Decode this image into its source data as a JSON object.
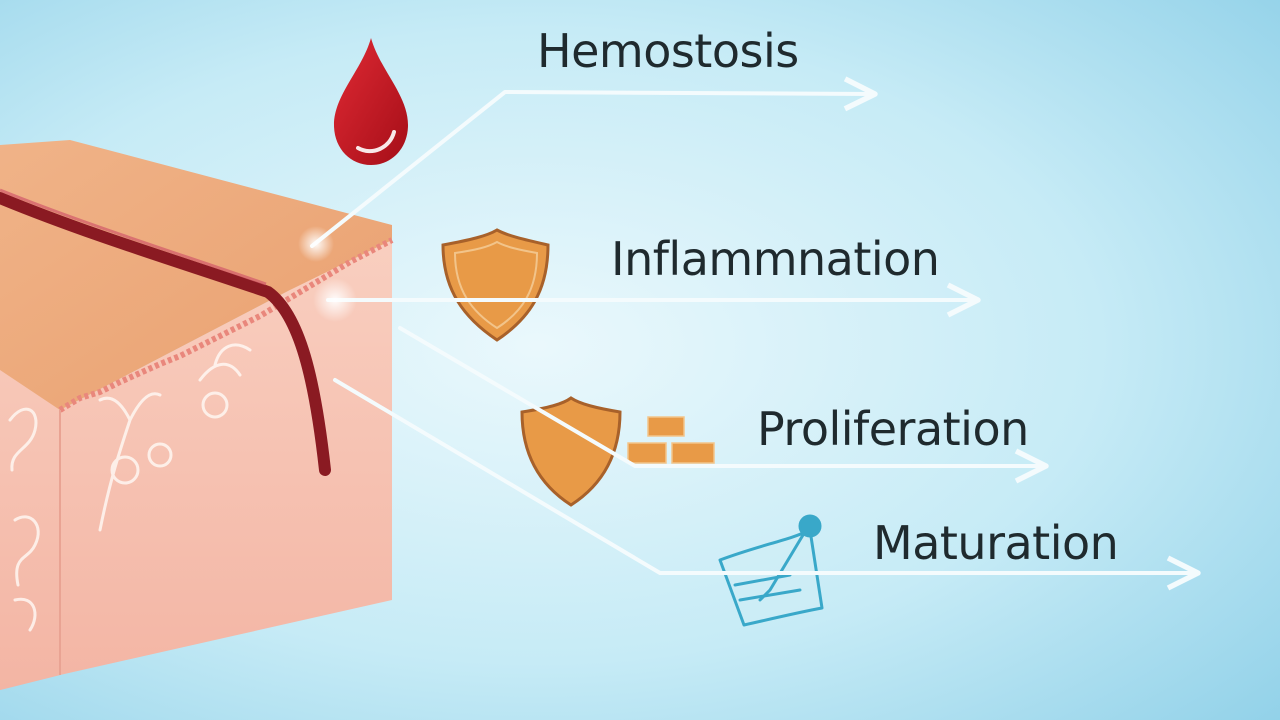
{
  "stages": [
    {
      "label": "Hemostosis",
      "icon": "blood-drop-icon"
    },
    {
      "label": "Inflammnation",
      "icon": "shield-icon"
    },
    {
      "label": "Proliferation",
      "icon": "shield-with-bricks-icon"
    },
    {
      "label": "Maturation",
      "icon": "paper-with-pin-icon"
    }
  ],
  "colors": {
    "background_light": "#e6f6fb",
    "background_dark": "#8fd0e8",
    "skin_top": "#eeaa7e",
    "skin_side": "#f6c2b0",
    "wound": "#8a1a22",
    "blood": "#c81622",
    "shield": "#e89a47",
    "shield_outline": "#a8612a",
    "maturation_icon": "#39a8c9",
    "arrow": "#f4fbfd",
    "text": "#1f2a2e"
  }
}
